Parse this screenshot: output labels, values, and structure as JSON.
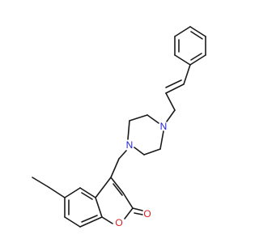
{
  "molecule": {
    "atoms": {
      "piperazine_n_top": {
        "symbol": "N",
        "color": "#1f1fd6"
      },
      "piperazine_n_bottom": {
        "symbol": "N",
        "color": "#1f1fd6"
      },
      "ring_oxygen": {
        "symbol": "O",
        "color": "#d61f1f"
      },
      "carbonyl_oxygen": {
        "symbol": "O",
        "color": "#d61f1f"
      }
    },
    "bond_color": "#1a1a1a"
  }
}
